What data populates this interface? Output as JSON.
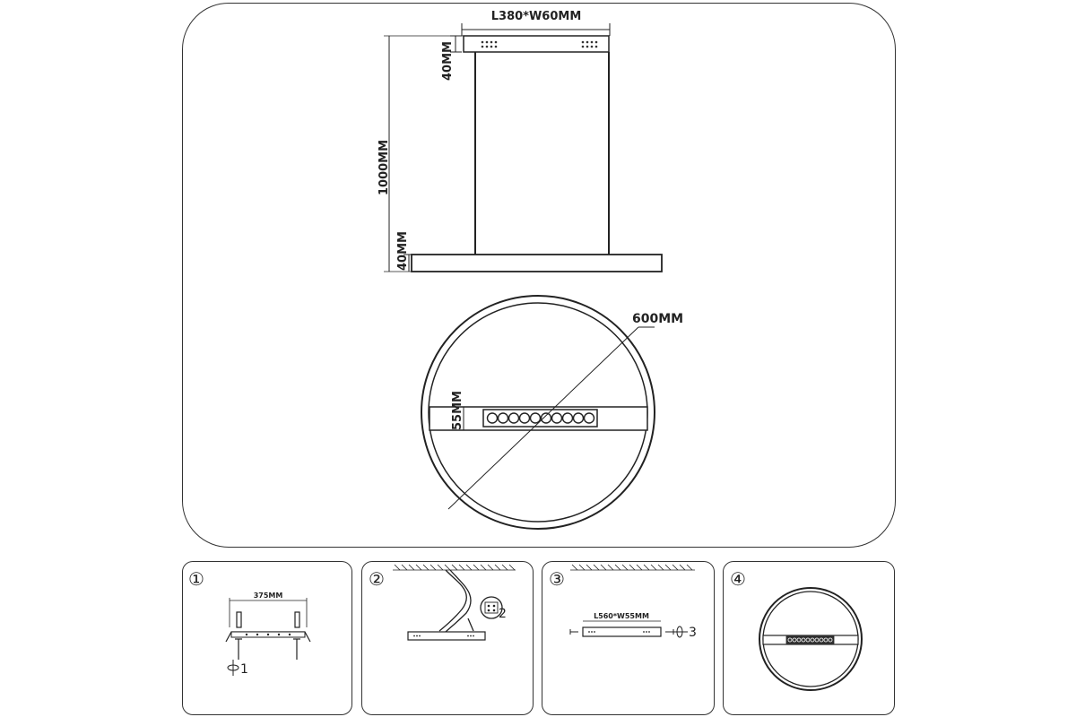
{
  "main": {
    "side_view": {
      "width_label": "L380*W60MM",
      "canopy_height_label": "40MM",
      "cable_length_label": "1000MM",
      "fixture_height_label": "40MM"
    },
    "front_view": {
      "diameter_label": "600MM",
      "bar_height_label": "55MM"
    }
  },
  "steps": [
    {
      "number": "①",
      "dimension_label": "375MM",
      "callout": "1"
    },
    {
      "number": "②",
      "callout": "2"
    },
    {
      "number": "③",
      "dimension_label": "L560*W55MM",
      "callout": "3"
    },
    {
      "number": "④"
    }
  ]
}
